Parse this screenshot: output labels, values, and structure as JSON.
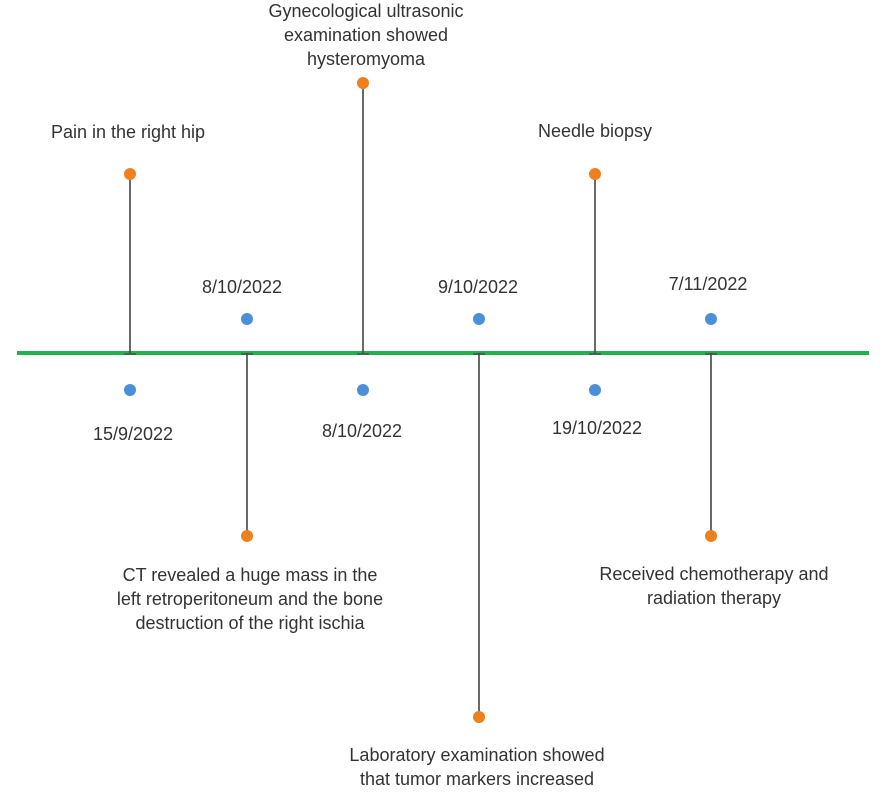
{
  "colors": {
    "axis": "#22b14c",
    "connector": "#444444",
    "event_dot": "#f07f1e",
    "date_dot": "#4a90d9",
    "text": "#333333"
  },
  "events": [
    {
      "date": "15/9/2022",
      "text": [
        "Pain in the right hip"
      ],
      "side": "above",
      "date_side": "below"
    },
    {
      "date": "8/10/2022",
      "text": [
        "CT revealed a huge mass in the",
        "left retroperitoneum and the bone",
        "destruction of the right ischia"
      ],
      "side": "below",
      "date_side": "above"
    },
    {
      "date": "8/10/2022",
      "text": [
        "Gynecological ultrasonic",
        "examination showed",
        "hysteromyoma"
      ],
      "side": "above",
      "date_side": "below"
    },
    {
      "date": "9/10/2022",
      "text": [
        "Laboratory examination showed",
        "that tumor markers increased"
      ],
      "side": "below",
      "date_side": "above"
    },
    {
      "date": "19/10/2022",
      "text": [
        "Needle biopsy"
      ],
      "side": "above",
      "date_side": "below"
    },
    {
      "date": "7/11/2022",
      "text": [
        "Received chemotherapy and",
        "radiation therapy"
      ],
      "side": "below",
      "date_side": "above"
    }
  ]
}
